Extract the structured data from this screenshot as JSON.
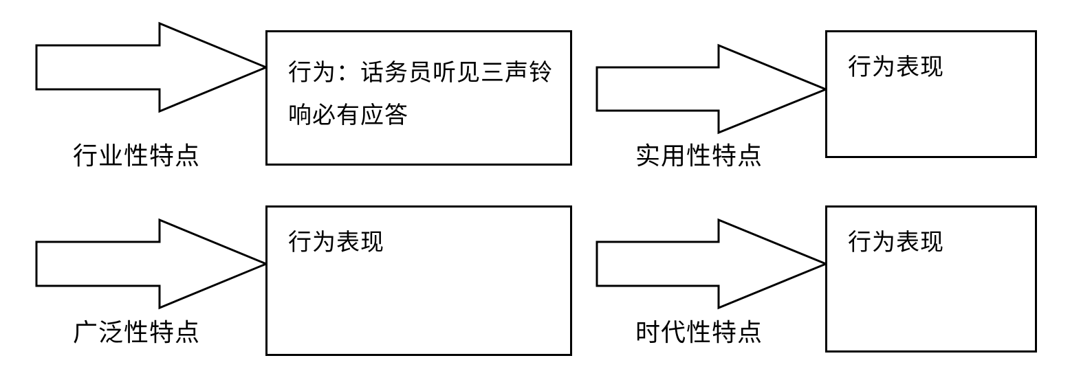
{
  "panels": [
    {
      "label": "行业性特点",
      "box_text": "行为：话务员听见三声铃响必有应答"
    },
    {
      "label": "实用性特点",
      "box_text": "行为表现"
    },
    {
      "label": "广泛性特点",
      "box_text": "行为表现"
    },
    {
      "label": "时代性特点",
      "box_text": "行为表现"
    }
  ]
}
